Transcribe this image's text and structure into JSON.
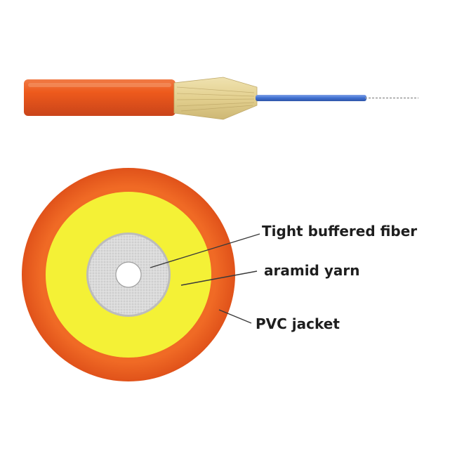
{
  "labels": {
    "tight_buffered_fiber": "Tight buffered fiber",
    "aramid_yarn": "aramid yarn",
    "pvc_jacket": "PVC jacket"
  },
  "colors": {
    "background": "#ffffff",
    "jacket_orange": "#ee5a1c",
    "jacket_orange_dark": "#d2461a",
    "aramid_yellow": "#f4f136",
    "aramid_yarn_strands": "#e7d79a",
    "buffer_gray": "#d7d7d7",
    "fiber_blue": "#3f6fd0",
    "leader_line": "#3a3a3a",
    "label_text": "#1e1e1e"
  },
  "icons": {
    "cable_side_view": "cable-side-view-icon",
    "cable_cross_section": "cable-cross-section-icon"
  }
}
